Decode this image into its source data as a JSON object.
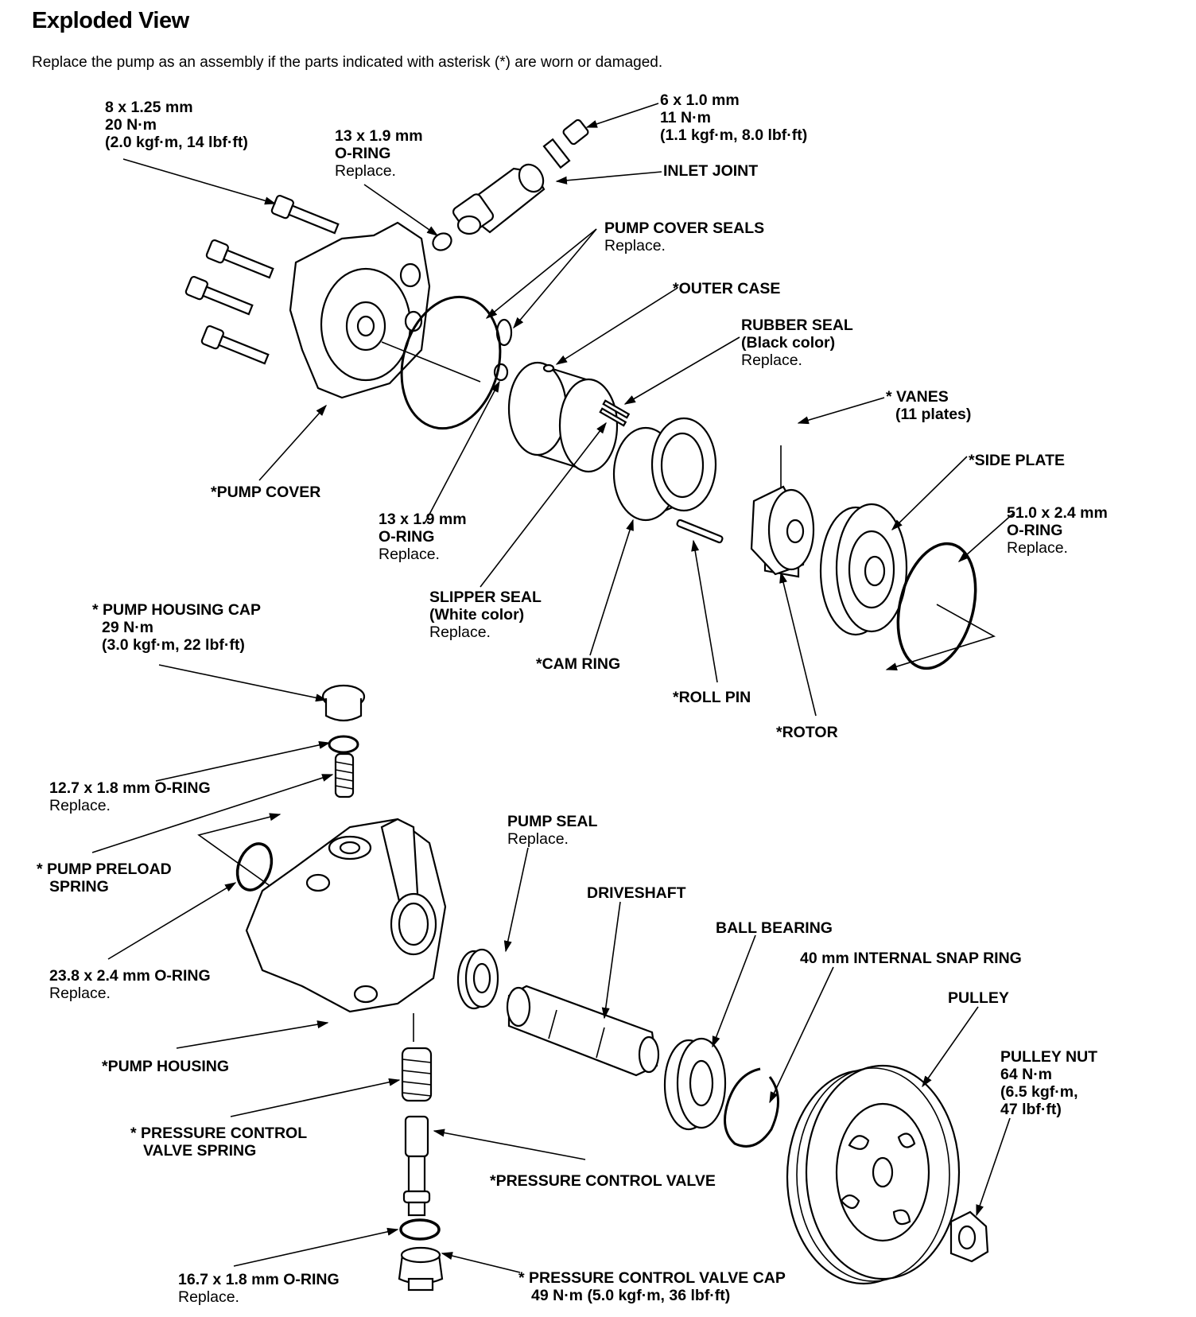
{
  "title": "Exploded View",
  "intro": "Replace the pump as an assembly if the parts indicated with asterisk (*) are worn or damaged.",
  "labels": {
    "cover_bolt": {
      "l1": "8 x 1.25 mm",
      "l2": "20 N·m",
      "l3": "(2.0 kgf·m, 14 lbf·ft)"
    },
    "oring_13_top": {
      "l1": "13 x 1.9 mm",
      "l2": "O-RING",
      "l3": "Replace."
    },
    "inlet_bolt": {
      "l1": "6 x 1.0 mm",
      "l2": "11 N·m",
      "l3": "(1.1 kgf·m, 8.0 lbf·ft)"
    },
    "inlet_joint": {
      "l1": "INLET JOINT"
    },
    "pump_cover_seals": {
      "l1": "PUMP COVER SEALS",
      "l2": "Replace."
    },
    "outer_case": {
      "l1": "*OUTER CASE"
    },
    "rubber_seal": {
      "l1": "RUBBER SEAL",
      "l2": "(Black color)",
      "l3": "Replace."
    },
    "vanes": {
      "l1": "* VANES",
      "l2": "(11 plates)"
    },
    "side_plate": {
      "l1": "*SIDE PLATE"
    },
    "oring_51": {
      "l1": "51.0 x 2.4 mm",
      "l2": "O-RING",
      "l3": "Replace."
    },
    "pump_cover": {
      "l1": "*PUMP COVER"
    },
    "oring_13_bottom": {
      "l1": "13 x 1.9 mm",
      "l2": "O-RING",
      "l3": "Replace."
    },
    "slipper_seal": {
      "l1": "SLIPPER SEAL",
      "l2": "(White color)",
      "l3": "Replace."
    },
    "cam_ring": {
      "l1": "*CAM RING"
    },
    "roll_pin": {
      "l1": "*ROLL PIN"
    },
    "rotor": {
      "l1": "*ROTOR"
    },
    "housing_cap": {
      "l1": "* PUMP HOUSING CAP",
      "l2": "29 N·m",
      "l3": "(3.0 kgf·m, 22 lbf·ft)"
    },
    "oring_12_7": {
      "l1": "12.7 x 1.8 mm O-RING",
      "l2": "Replace."
    },
    "preload_spring": {
      "l1": "* PUMP PRELOAD",
      "l2": "SPRING"
    },
    "oring_23_8": {
      "l1": "23.8 x 2.4 mm O-RING",
      "l2": "Replace."
    },
    "pump_housing": {
      "l1": "*PUMP HOUSING"
    },
    "pcv_spring": {
      "l1": "* PRESSURE CONTROL",
      "l2": "VALVE SPRING"
    },
    "oring_16_7": {
      "l1": "16.7 x 1.8 mm O-RING",
      "l2": "Replace."
    },
    "pump_seal": {
      "l1": "PUMP SEAL",
      "l2": "Replace."
    },
    "driveshaft": {
      "l1": "DRIVESHAFT"
    },
    "ball_bearing": {
      "l1": "BALL BEARING"
    },
    "snap_ring": {
      "l1": "40 mm INTERNAL SNAP RING"
    },
    "pulley": {
      "l1": "PULLEY"
    },
    "pulley_nut": {
      "l1": "PULLEY NUT",
      "l2": "64 N·m",
      "l3": "(6.5 kgf·m,",
      "l4": "47 lbf·ft)"
    },
    "pcv": {
      "l1": "*PRESSURE CONTROL VALVE"
    },
    "pcv_cap": {
      "l1": "* PRESSURE CONTROL VALVE CAP",
      "l2": "49 N·m (5.0 kgf·m, 36 lbf·ft)"
    }
  }
}
